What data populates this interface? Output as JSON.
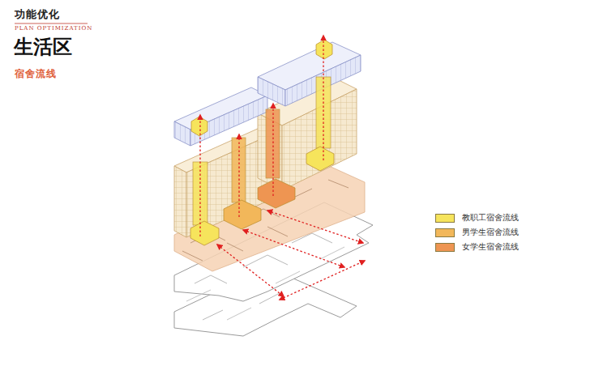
{
  "diagram": {
    "title": "生活区",
    "labels": [
      "功能优化",
      "PLAN OPTIMIZATION",
      "宿舍流线"
    ],
    "legend": [
      {
        "text": "教职工宿舍流线",
        "color": "#f6e45c"
      },
      {
        "text": "男学生宿舍流线",
        "color": "#f2b75a"
      },
      {
        "text": "女学生宿舍流线",
        "color": "#ee9552"
      }
    ]
  }
}
